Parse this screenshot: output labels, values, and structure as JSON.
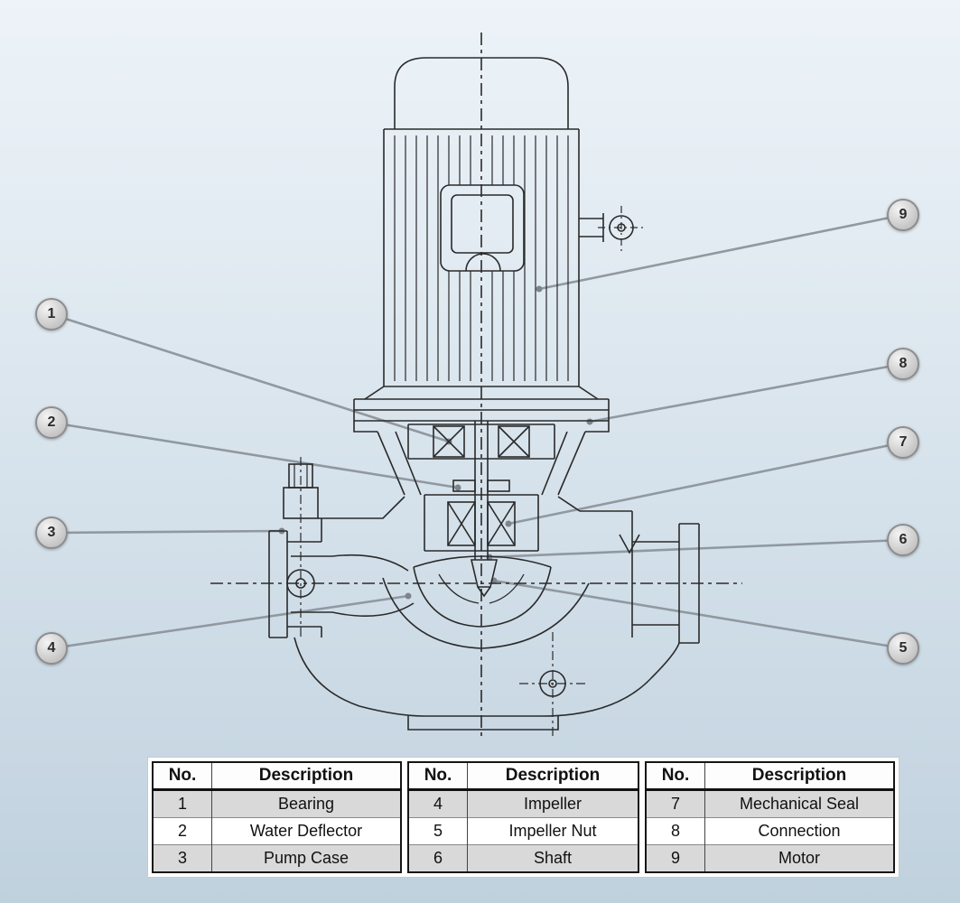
{
  "diagram": {
    "name": "Vertical inline pump cross-section",
    "callouts": [
      {
        "num": "1"
      },
      {
        "num": "2"
      },
      {
        "num": "3"
      },
      {
        "num": "4"
      },
      {
        "num": "5"
      },
      {
        "num": "6"
      },
      {
        "num": "7"
      },
      {
        "num": "8"
      },
      {
        "num": "9"
      }
    ]
  },
  "parts_table": {
    "col_no": "No.",
    "col_desc": "Description",
    "groups": [
      {
        "rows": [
          {
            "no": "1",
            "desc": "Bearing"
          },
          {
            "no": "2",
            "desc": "Water Deflector"
          },
          {
            "no": "3",
            "desc": "Pump Case"
          }
        ]
      },
      {
        "rows": [
          {
            "no": "4",
            "desc": "Impeller"
          },
          {
            "no": "5",
            "desc": "Impeller Nut"
          },
          {
            "no": "6",
            "desc": "Shaft"
          }
        ]
      },
      {
        "rows": [
          {
            "no": "7",
            "desc": "Mechanical Seal"
          },
          {
            "no": "8",
            "desc": "Connection"
          },
          {
            "no": "9",
            "desc": "Motor"
          }
        ]
      }
    ]
  },
  "colors": {
    "line": "#2a2a2a",
    "leader": "#9098a0",
    "callout_fill": "#c9c9c9",
    "row_stripe": "#d9d9d9"
  }
}
